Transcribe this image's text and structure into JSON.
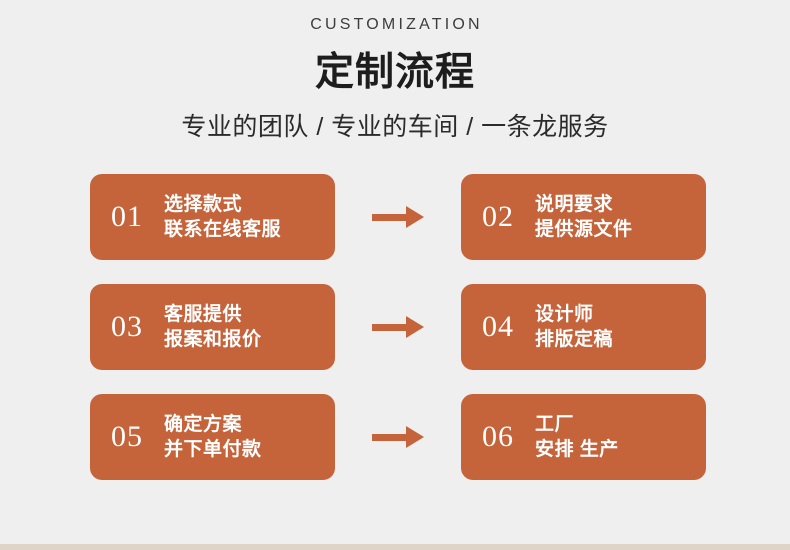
{
  "header": {
    "eyebrow": "CUSTOMIZATION",
    "title": "定制流程",
    "subtitle": "专业的团队 / 专业的车间 / 一条龙服务"
  },
  "theme": {
    "background": "#efefef",
    "accent": "#c5633a",
    "card_text": "#ffffff",
    "title_color": "#1d1d1d",
    "bottom_strip": "#ded5c8"
  },
  "flow": {
    "arrow_icon": "arrow-right-icon",
    "rows": [
      {
        "left": {
          "number": "01",
          "line1": "选择款式",
          "line2": "联系在线客服"
        },
        "right": {
          "number": "02",
          "line1": "说明要求",
          "line2": "提供源文件"
        }
      },
      {
        "left": {
          "number": "03",
          "line1": "客服提供",
          "line2": "报案和报价"
        },
        "right": {
          "number": "04",
          "line1": "设计师",
          "line2": "排版定稿"
        }
      },
      {
        "left": {
          "number": "05",
          "line1": "确定方案",
          "line2": "并下单付款"
        },
        "right": {
          "number": "06",
          "line1": "工厂",
          "line2": "安排 生产"
        }
      }
    ]
  }
}
